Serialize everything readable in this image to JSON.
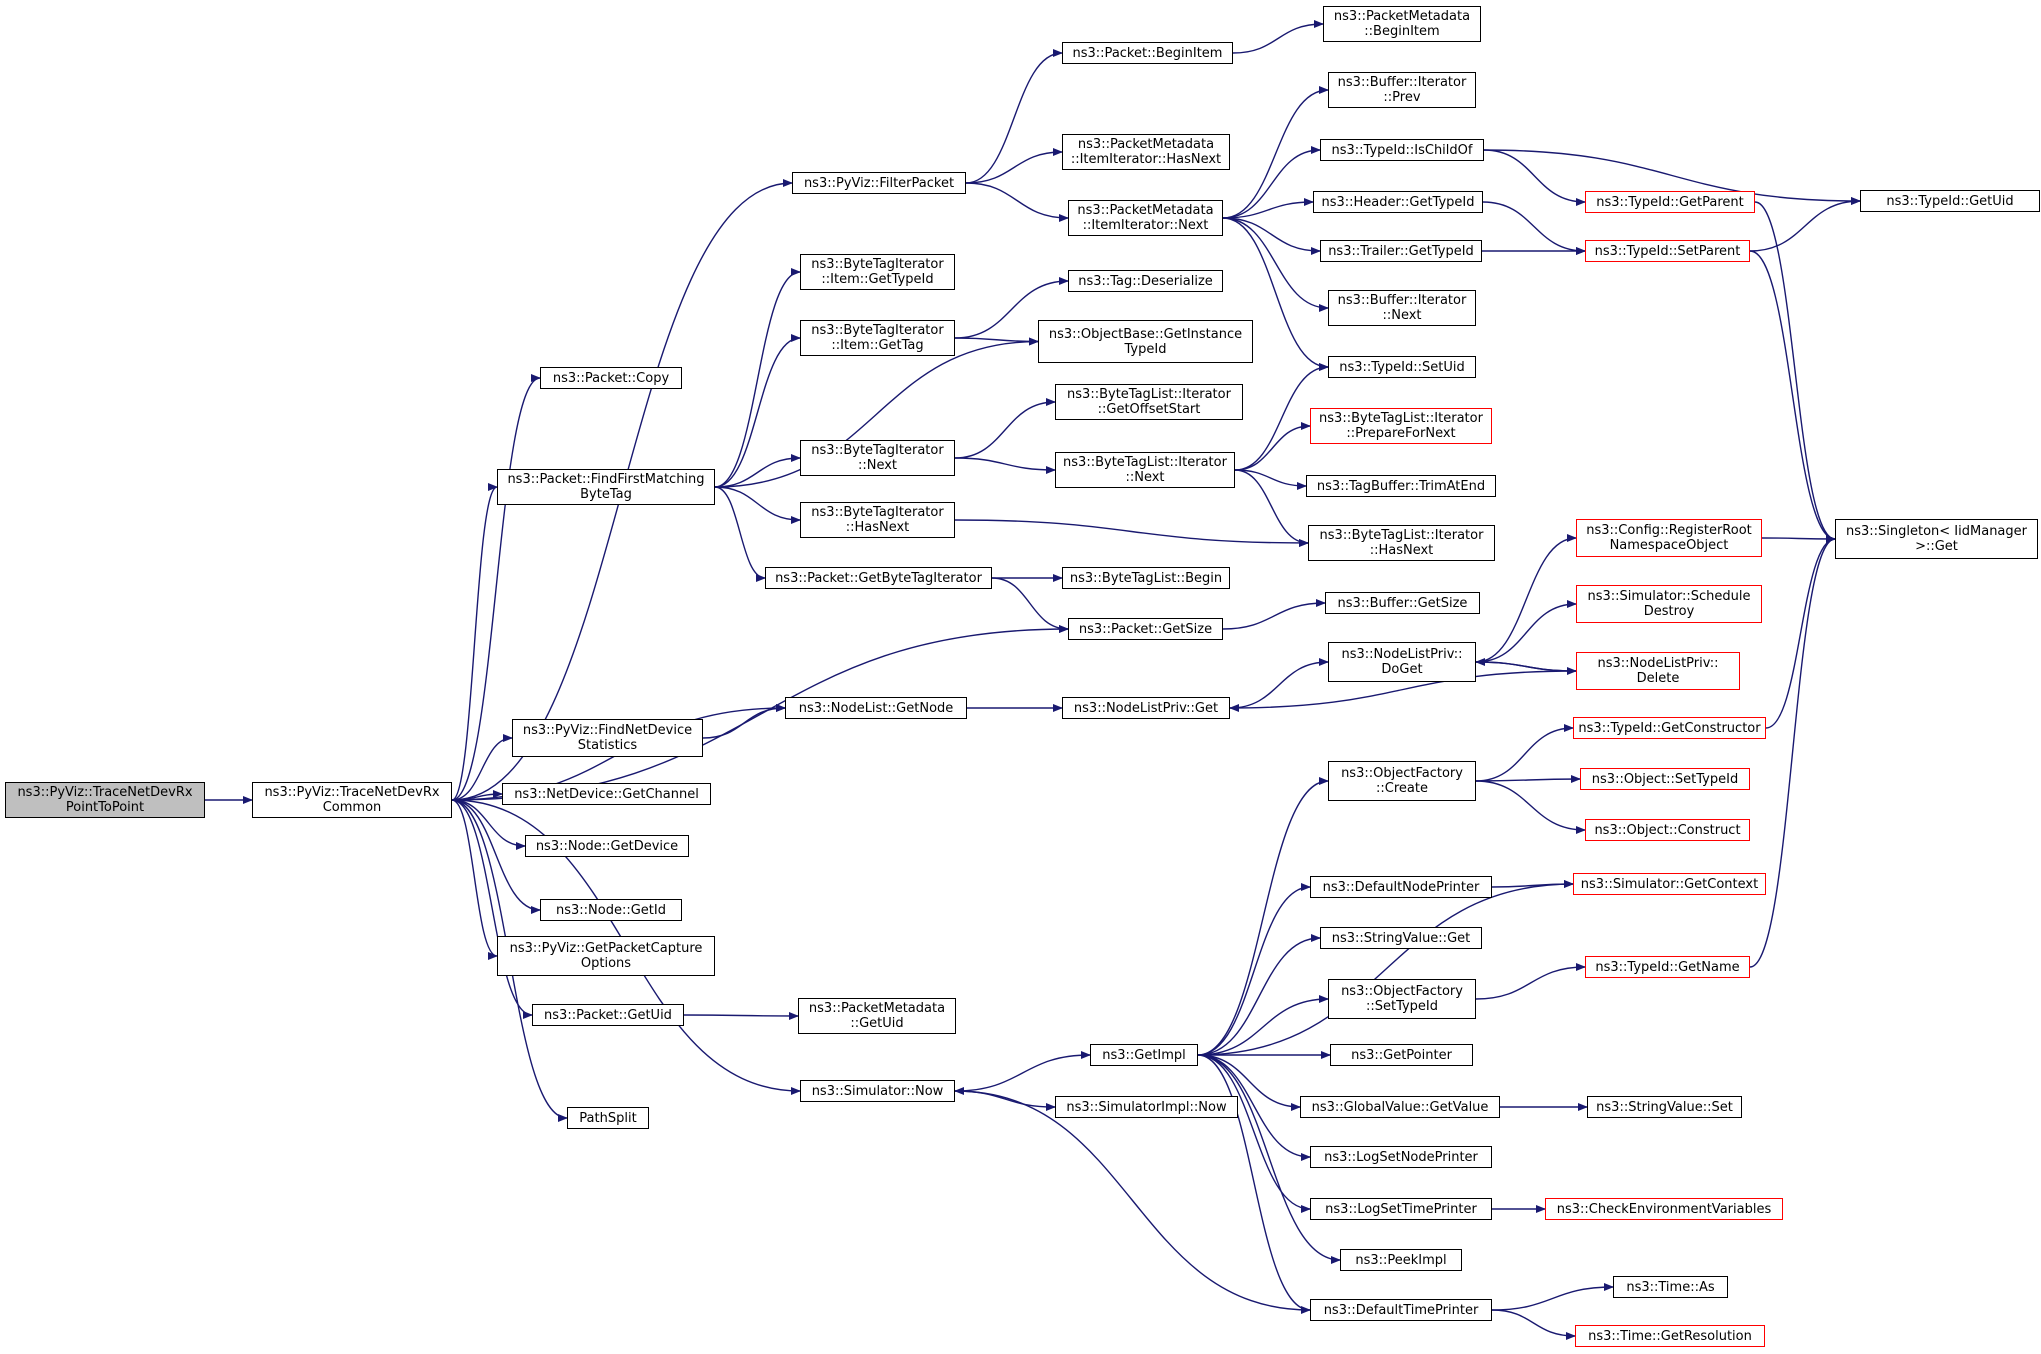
{
  "colors": {
    "edge": "#191970",
    "border": "#000000",
    "truncated_border": "#ff0000",
    "root_fill": "#bfbfbf"
  },
  "nodes": [
    {
      "id": "root",
      "lines": [
        "ns3::PyViz::TraceNetDevRx",
        "PointToPoint"
      ],
      "root": true
    },
    {
      "id": "common",
      "lines": [
        "ns3::PyViz::TraceNetDevRx",
        "Common"
      ]
    },
    {
      "id": "pkt_copy",
      "lines": [
        "ns3::Packet::Copy"
      ]
    },
    {
      "id": "filter",
      "lines": [
        "ns3::PyViz::FilterPacket"
      ]
    },
    {
      "id": "pkt_begin",
      "lines": [
        "ns3::Packet::BeginItem"
      ]
    },
    {
      "id": "pm_begin",
      "lines": [
        "ns3::PacketMetadata",
        "::BeginItem"
      ]
    },
    {
      "id": "pm_hasnext",
      "lines": [
        "ns3::PacketMetadata",
        "::ItemIterator::HasNext"
      ]
    },
    {
      "id": "pm_next",
      "lines": [
        "ns3::PacketMetadata",
        "::ItemIterator::Next"
      ]
    },
    {
      "id": "buf_prev",
      "lines": [
        "ns3::Buffer::Iterator",
        "::Prev"
      ]
    },
    {
      "id": "isChild",
      "lines": [
        "ns3::TypeId::IsChildOf"
      ]
    },
    {
      "id": "getParent",
      "lines": [
        "ns3::TypeId::GetParent"
      ],
      "red": true
    },
    {
      "id": "getUid",
      "lines": [
        "ns3::TypeId::GetUid"
      ]
    },
    {
      "id": "hdr_tid",
      "lines": [
        "ns3::Header::GetTypeId"
      ]
    },
    {
      "id": "trl_tid",
      "lines": [
        "ns3::Trailer::GetTypeId"
      ]
    },
    {
      "id": "setParent",
      "lines": [
        "ns3::TypeId::SetParent"
      ],
      "red": true
    },
    {
      "id": "buf_next",
      "lines": [
        "ns3::Buffer::Iterator",
        "::Next"
      ]
    },
    {
      "id": "setUid",
      "lines": [
        "ns3::TypeId::SetUid"
      ]
    },
    {
      "id": "bti_gettid",
      "lines": [
        "ns3::ByteTagIterator",
        "::Item::GetTypeId"
      ]
    },
    {
      "id": "tag_deser",
      "lines": [
        "ns3::Tag::Deserialize"
      ]
    },
    {
      "id": "bti_gettag",
      "lines": [
        "ns3::ByteTagIterator",
        "::Item::GetTag"
      ]
    },
    {
      "id": "ob_getinst",
      "lines": [
        "ns3::ObjectBase::GetInstance",
        "TypeId"
      ]
    },
    {
      "id": "btli_gos",
      "lines": [
        "ns3::ByteTagList::Iterator",
        "::GetOffsetStart"
      ]
    },
    {
      "id": "btli_pfn",
      "lines": [
        "ns3::ByteTagList::Iterator",
        "::PrepareForNext"
      ],
      "red": true
    },
    {
      "id": "pkt_ffm",
      "lines": [
        "ns3::Packet::FindFirstMatching",
        "ByteTag"
      ]
    },
    {
      "id": "bti_next",
      "lines": [
        "ns3::ByteTagIterator",
        "::Next"
      ]
    },
    {
      "id": "btli_next",
      "lines": [
        "ns3::ByteTagList::Iterator",
        "::Next"
      ]
    },
    {
      "id": "tb_trim",
      "lines": [
        "ns3::TagBuffer::TrimAtEnd"
      ]
    },
    {
      "id": "bti_hasnext",
      "lines": [
        "ns3::ByteTagIterator",
        "::HasNext"
      ]
    },
    {
      "id": "btli_hasnext",
      "lines": [
        "ns3::ByteTagList::Iterator",
        "::HasNext"
      ]
    },
    {
      "id": "cfg_reg",
      "lines": [
        "ns3::Config::RegisterRoot",
        "NamespaceObject"
      ],
      "red": true
    },
    {
      "id": "singleton",
      "lines": [
        "ns3::Singleton< IidManager",
        ">::Get"
      ]
    },
    {
      "id": "pkt_gbti",
      "lines": [
        "ns3::Packet::GetByteTagIterator"
      ]
    },
    {
      "id": "btl_begin",
      "lines": [
        "ns3::ByteTagList::Begin"
      ]
    },
    {
      "id": "sim_sched",
      "lines": [
        "ns3::Simulator::Schedule",
        "Destroy"
      ],
      "red": true
    },
    {
      "id": "pkt_getsize",
      "lines": [
        "ns3::Packet::GetSize"
      ]
    },
    {
      "id": "buf_getsize",
      "lines": [
        "ns3::Buffer::GetSize"
      ]
    },
    {
      "id": "nlp_doget",
      "lines": [
        "ns3::NodeListPriv::",
        "DoGet"
      ]
    },
    {
      "id": "nlp_delete",
      "lines": [
        "ns3::NodeListPriv::",
        "Delete"
      ],
      "red": true
    },
    {
      "id": "nl_getnode",
      "lines": [
        "ns3::NodeList::GetNode"
      ]
    },
    {
      "id": "nlp_get",
      "lines": [
        "ns3::NodeListPriv::Get"
      ]
    },
    {
      "id": "find_ndev",
      "lines": [
        "ns3::PyViz::FindNetDevice",
        "Statistics"
      ]
    },
    {
      "id": "tid_getctor",
      "lines": [
        "ns3::TypeId::GetConstructor"
      ],
      "red": true
    },
    {
      "id": "of_create",
      "lines": [
        "ns3::ObjectFactory",
        "::Create"
      ]
    },
    {
      "id": "obj_settid",
      "lines": [
        "ns3::Object::SetTypeId"
      ],
      "red": true
    },
    {
      "id": "nd_getchan",
      "lines": [
        "ns3::NetDevice::GetChannel"
      ]
    },
    {
      "id": "obj_construct",
      "lines": [
        "ns3::Object::Construct"
      ],
      "red": true
    },
    {
      "id": "node_getdev",
      "lines": [
        "ns3::Node::GetDevice"
      ]
    },
    {
      "id": "sim_getctx",
      "lines": [
        "ns3::Simulator::GetContext"
      ],
      "red": true
    },
    {
      "id": "def_nodeprint",
      "lines": [
        "ns3::DefaultNodePrinter"
      ]
    },
    {
      "id": "node_getid",
      "lines": [
        "ns3::Node::GetId"
      ]
    },
    {
      "id": "sv_get",
      "lines": [
        "ns3::StringValue::Get"
      ]
    },
    {
      "id": "pv_gpco",
      "lines": [
        "ns3::PyViz::GetPacketCapture",
        "Options"
      ]
    },
    {
      "id": "tid_getname",
      "lines": [
        "ns3::TypeId::GetName"
      ],
      "red": true
    },
    {
      "id": "of_settid",
      "lines": [
        "ns3::ObjectFactory",
        "::SetTypeId"
      ]
    },
    {
      "id": "pkt_getuid",
      "lines": [
        "ns3::Packet::GetUid"
      ]
    },
    {
      "id": "pm_getuid",
      "lines": [
        "ns3::PacketMetadata",
        "::GetUid"
      ]
    },
    {
      "id": "getimpl",
      "lines": [
        "ns3::GetImpl"
      ]
    },
    {
      "id": "getptr",
      "lines": [
        "ns3::GetPointer"
      ]
    },
    {
      "id": "sim_now",
      "lines": [
        "ns3::Simulator::Now"
      ]
    },
    {
      "id": "gv_getval",
      "lines": [
        "ns3::GlobalValue::GetValue"
      ]
    },
    {
      "id": "sv_set",
      "lines": [
        "ns3::StringValue::Set"
      ]
    },
    {
      "id": "simimpl_now",
      "lines": [
        "ns3::SimulatorImpl::Now"
      ]
    },
    {
      "id": "pathsplit",
      "lines": [
        "PathSplit"
      ]
    },
    {
      "id": "log_snp",
      "lines": [
        "ns3::LogSetNodePrinter"
      ]
    },
    {
      "id": "log_stp",
      "lines": [
        "ns3::LogSetTimePrinter"
      ]
    },
    {
      "id": "check_env",
      "lines": [
        "ns3::CheckEnvironmentVariables"
      ],
      "red": true
    },
    {
      "id": "peekimpl",
      "lines": [
        "ns3::PeekImpl"
      ]
    },
    {
      "id": "time_as",
      "lines": [
        "ns3::Time::As"
      ]
    },
    {
      "id": "def_timeprint",
      "lines": [
        "ns3::DefaultTimePrinter"
      ]
    },
    {
      "id": "time_getres",
      "lines": [
        "ns3::Time::GetResolution"
      ],
      "red": true
    }
  ],
  "edges": [
    [
      "root",
      "common"
    ],
    [
      "common",
      "pkt_copy"
    ],
    [
      "common",
      "filter"
    ],
    [
      "common",
      "pkt_ffm"
    ],
    [
      "common",
      "pkt_getsize"
    ],
    [
      "common",
      "nl_getnode"
    ],
    [
      "common",
      "find_ndev"
    ],
    [
      "common",
      "nd_getchan"
    ],
    [
      "common",
      "node_getdev"
    ],
    [
      "common",
      "node_getid"
    ],
    [
      "common",
      "pv_gpco"
    ],
    [
      "common",
      "pkt_getuid"
    ],
    [
      "common",
      "sim_now"
    ],
    [
      "common",
      "pathsplit"
    ],
    [
      "filter",
      "pkt_begin"
    ],
    [
      "filter",
      "pm_hasnext"
    ],
    [
      "filter",
      "pm_next"
    ],
    [
      "pkt_begin",
      "pm_begin"
    ],
    [
      "pm_next",
      "buf_prev"
    ],
    [
      "pm_next",
      "isChild"
    ],
    [
      "pm_next",
      "hdr_tid"
    ],
    [
      "pm_next",
      "trl_tid"
    ],
    [
      "pm_next",
      "buf_next"
    ],
    [
      "pm_next",
      "setUid"
    ],
    [
      "isChild",
      "getParent"
    ],
    [
      "isChild",
      "getUid"
    ],
    [
      "hdr_tid",
      "setParent"
    ],
    [
      "trl_tid",
      "setParent"
    ],
    [
      "getParent",
      "singleton"
    ],
    [
      "setParent",
      "getUid"
    ],
    [
      "setParent",
      "singleton"
    ],
    [
      "pkt_ffm",
      "bti_gettid"
    ],
    [
      "pkt_ffm",
      "bti_gettag"
    ],
    [
      "pkt_ffm",
      "ob_getinst"
    ],
    [
      "pkt_ffm",
      "bti_next"
    ],
    [
      "pkt_ffm",
      "bti_hasnext"
    ],
    [
      "pkt_ffm",
      "pkt_gbti"
    ],
    [
      "bti_gettag",
      "tag_deser"
    ],
    [
      "bti_gettag",
      "ob_getinst"
    ],
    [
      "bti_next",
      "btli_gos"
    ],
    [
      "bti_next",
      "btli_next"
    ],
    [
      "btli_next",
      "setUid"
    ],
    [
      "btli_next",
      "btli_pfn"
    ],
    [
      "btli_next",
      "tb_trim"
    ],
    [
      "btli_next",
      "btli_hasnext"
    ],
    [
      "bti_hasnext",
      "btli_hasnext"
    ],
    [
      "pkt_gbti",
      "btl_begin"
    ],
    [
      "pkt_gbti",
      "pkt_getsize"
    ],
    [
      "pkt_getsize",
      "buf_getsize"
    ],
    [
      "find_ndev",
      "nl_getnode"
    ],
    [
      "nl_getnode",
      "nlp_get"
    ],
    [
      "nlp_get",
      "nlp_doget"
    ],
    [
      "nlp_doget",
      "cfg_reg"
    ],
    [
      "nlp_doget",
      "sim_sched"
    ],
    [
      "nlp_doget",
      "nlp_delete"
    ],
    [
      "nlp_delete",
      "nlp_doget"
    ],
    [
      "nlp_delete",
      "nlp_get"
    ],
    [
      "cfg_reg",
      "singleton"
    ],
    [
      "pkt_getuid",
      "pm_getuid"
    ],
    [
      "sim_now",
      "getimpl"
    ],
    [
      "sim_now",
      "simimpl_now"
    ],
    [
      "getimpl",
      "of_create"
    ],
    [
      "getimpl",
      "sim_getctx"
    ],
    [
      "getimpl",
      "def_nodeprint"
    ],
    [
      "getimpl",
      "sv_get"
    ],
    [
      "getimpl",
      "of_settid"
    ],
    [
      "getimpl",
      "getptr"
    ],
    [
      "getimpl",
      "gv_getval"
    ],
    [
      "getimpl",
      "log_snp"
    ],
    [
      "getimpl",
      "log_stp"
    ],
    [
      "getimpl",
      "peekimpl"
    ],
    [
      "getimpl",
      "def_timeprint"
    ],
    [
      "of_create",
      "tid_getctor"
    ],
    [
      "of_create",
      "obj_settid"
    ],
    [
      "of_create",
      "obj_construct"
    ],
    [
      "tid_getctor",
      "singleton"
    ],
    [
      "def_nodeprint",
      "sim_getctx"
    ],
    [
      "of_settid",
      "tid_getname"
    ],
    [
      "tid_getname",
      "singleton"
    ],
    [
      "gv_getval",
      "sv_set"
    ],
    [
      "log_stp",
      "check_env"
    ],
    [
      "def_timeprint",
      "sim_now"
    ],
    [
      "def_timeprint",
      "time_as"
    ],
    [
      "def_timeprint",
      "time_getres"
    ]
  ]
}
